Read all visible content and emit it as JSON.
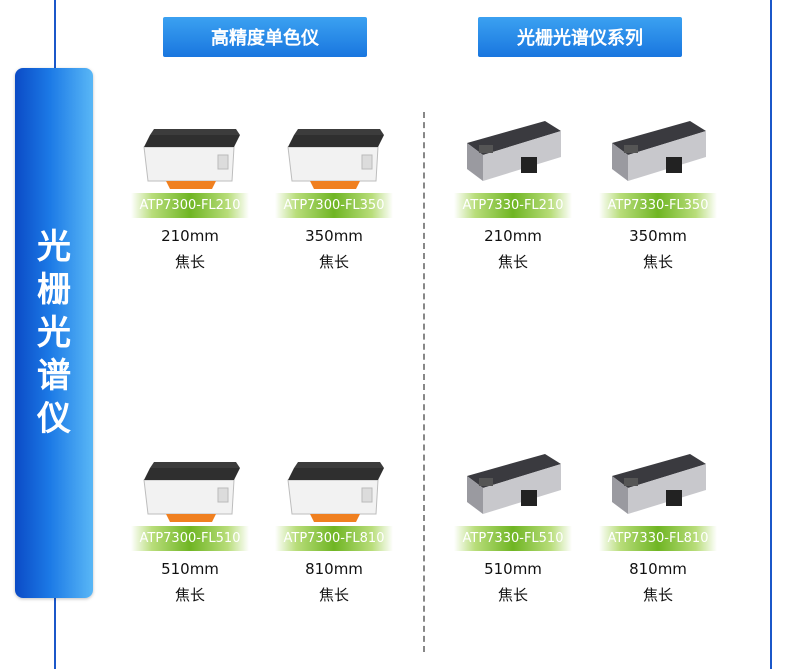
{
  "side_title": "光栅光谱仪",
  "headers": {
    "left": "高精度单色仪",
    "right": "光栅光谱仪系列"
  },
  "products": [
    {
      "model": "ATP7300-FL210",
      "focal": "210mm",
      "unit": "焦长",
      "image": "monochromator-icon"
    },
    {
      "model": "ATP7300-FL350",
      "focal": "350mm",
      "unit": "焦长",
      "image": "monochromator-icon"
    },
    {
      "model": "ATP7330-FL210",
      "focal": "210mm",
      "unit": "焦长",
      "image": "spectrometer-icon"
    },
    {
      "model": "ATP7330-FL350",
      "focal": "350mm",
      "unit": "焦长",
      "image": "spectrometer-icon"
    },
    {
      "model": "ATP7300-FL510",
      "focal": "510mm",
      "unit": "焦长",
      "image": "monochromator-icon"
    },
    {
      "model": "ATP7300-FL810",
      "focal": "810mm",
      "unit": "焦长",
      "image": "monochromator-icon"
    },
    {
      "model": "ATP7330-FL510",
      "focal": "510mm",
      "unit": "焦长",
      "image": "spectrometer-icon"
    },
    {
      "model": "ATP7330-FL810",
      "focal": "810mm",
      "unit": "焦长",
      "image": "spectrometer-icon"
    }
  ]
}
